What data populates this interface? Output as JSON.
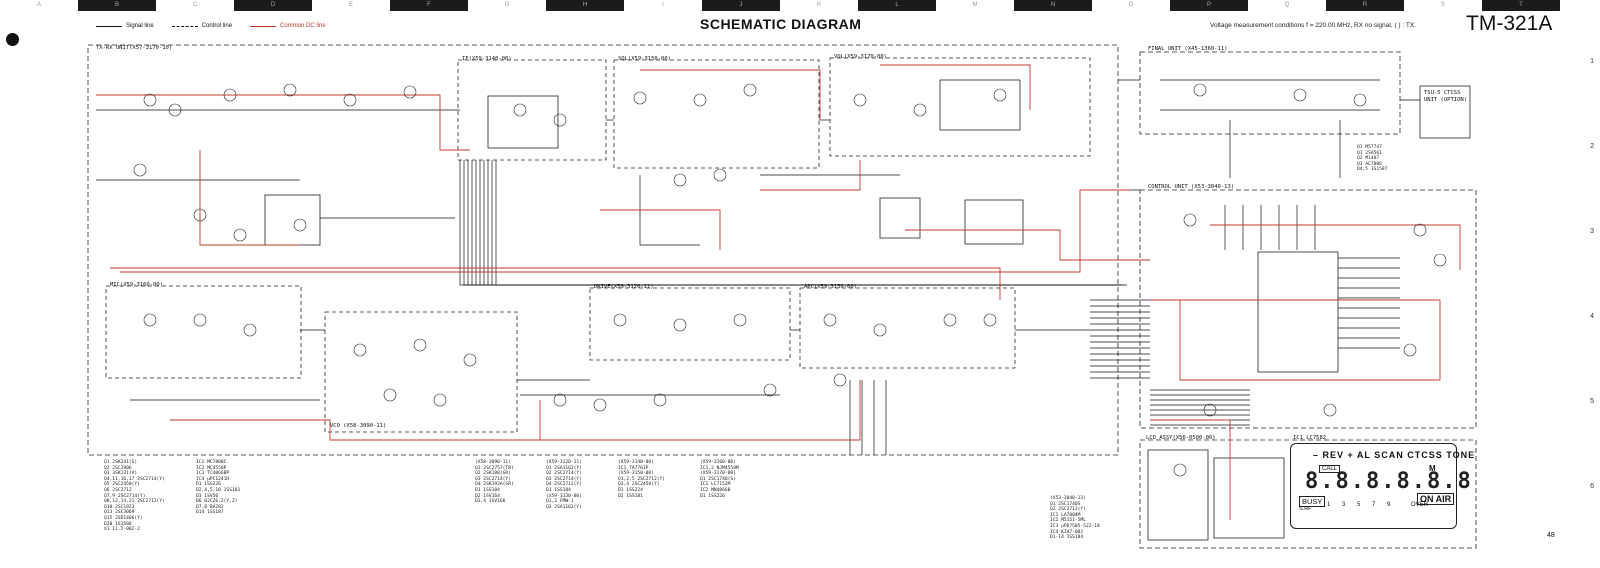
{
  "header": {
    "title": "SCHEMATIC DIAGRAM",
    "model": "TM-321A",
    "conditions": "Voltage measurement conditions f = 220.00 MHz, RX no signal, ( ) : TX.",
    "legend": {
      "signal": "Signal line",
      "control": "Control line",
      "dc": "Common DC line"
    },
    "columns": [
      "A",
      "B",
      "C",
      "D",
      "E",
      "F",
      "G",
      "H",
      "I",
      "J",
      "K",
      "L",
      "M",
      "N",
      "O",
      "P",
      "Q",
      "R",
      "S",
      "T"
    ],
    "rows": [
      "1",
      "2",
      "3",
      "4",
      "5",
      "6"
    ],
    "page": "48"
  },
  "units": {
    "txrx": "TX-RX UNIT(X57-3170-10)",
    "if": "IF(X59-3140-00)",
    "sql": "SQL(X59-3150-00)",
    "vol": "VOL(X59-3170-00)",
    "final": "FINAL UNIT (X45-1360-11)",
    "tsu": "TSU-5 CTCSS UNIT (OPTION)",
    "control": "CONTROL UNIT (X53-3040-13)",
    "mic": "MIC(X59-3160-00)",
    "drive": "DRIVE(X59-3120-11)",
    "apc": "APC(X59-3130-00)",
    "vco": "VCO (X58-3090-11)",
    "lcd_assy": "LCD ASSY(X56-0500-00)",
    "lcd_ic": "IC1 LC7582"
  },
  "lcd": {
    "modes": "– REV + AL SCAN CTCSS TONE",
    "digits": "8.8.8.8.8.8",
    "call": "CALL",
    "mflag": "M",
    "busy": "BUSY",
    "skip": "S.RF",
    "nums": "1 3 5 7 9",
    "over": "OVER",
    "onair": "ON AIR"
  },
  "parts": {
    "t1": [
      "Q1  2SK241(S)",
      "Q2  2SC1906",
      "Q3  3SK131(V)",
      "Q4,11,16,17 2SC2714(Y)",
      "Q5  2SC2458(Y)",
      "Q6  2SC2712",
      "Q7,9 2SC2714(Y)",
      "Q8,12,14,21 2SC2712(Y)",
      "Q10 2SC1923",
      "Q13 2SC3069",
      "Q15 2SD1406(Y)",
      "D20 1S1588",
      "X1  11.2-002-2"
    ],
    "t2": [
      "IC1 MC7808C",
      "IC2 MC4558P",
      "IC3 TC4066BP",
      "IC4 μPC1241H",
      "D1  1SS226",
      "D2,4,5,10 1SS181",
      "D3  1SV50",
      "D6  02CZ6.2(Y,Z)",
      "D7,8 BA282",
      "D14 1SS187"
    ],
    "t3": [
      "(X58-3090-11)",
      "Q1 2SC2757(TB)",
      "Q2 2SK108(GR)",
      "Q3 2SC2714(Y)",
      "Q4 2SK192A(GR)",
      "D1 1SS184",
      "D2 1SV164",
      "D3,4 1SV166"
    ],
    "t4": [
      "(X59-3120-11)",
      "Q1 2SA1162(Y)",
      "Q2 2SC2714(Y)",
      "Q3 2SC2714(Y)",
      "Q4 2SC2712(Y)",
      "D1 1SS184",
      "(X59-3130-00)",
      "Q1,2 FMW-1",
      "Q3 2SA1162(Y)"
    ],
    "t5": [
      "(X59-3140-00)",
      "IC1 TA7761P",
      "(X59-3150-00)",
      "Q1,2,5 2SC2712(Y)",
      "Q3,4 2SC2458(Y)",
      "D1 1SS224",
      "D2 1SS181"
    ],
    "t6": [
      "(X59-3160-00)",
      "IC1,2 NJM4558M",
      "(X59-3170-00)",
      "Q1 2SC1740(S)",
      "IC1 LC7152M",
      "IC2 MN4066B",
      "D1 1SS226"
    ],
    "t7": [
      "(X53-3040-13)",
      "Q1 2SC1740S",
      "Q2 2SC2712(Y)",
      "IC1 LA7004M",
      "IC2 M5151-5ML",
      "IC3 μPD7505-522-18",
      "IC4 KIA7-001",
      "D1-14 1SS184"
    ],
    "t8": [
      "Q1 M57747",
      "Q1 2SA561",
      "Q2 M1407",
      "Q3 AC7006",
      "D4,5 1S1587"
    ]
  }
}
